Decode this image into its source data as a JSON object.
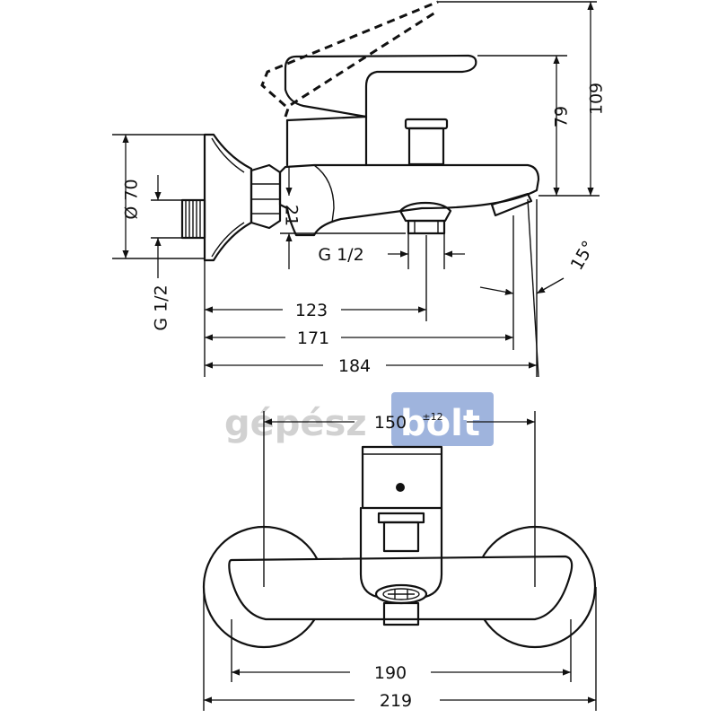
{
  "watermark": {
    "left_text": "gépész",
    "right_text": "bolt",
    "box_color": "#8fa8d8"
  },
  "side_view": {
    "dims": {
      "d109": "109",
      "d79": "79",
      "d70": "Ø 70",
      "d21": "21",
      "g12_left": "G 1/2",
      "g12_bottom": "G 1/2",
      "angle": "15°",
      "d123": "123",
      "d171": "171",
      "d184": "184"
    }
  },
  "front_view": {
    "dims": {
      "d150": "150",
      "d150_tol": "±12",
      "d190": "190",
      "d219": "219"
    }
  }
}
